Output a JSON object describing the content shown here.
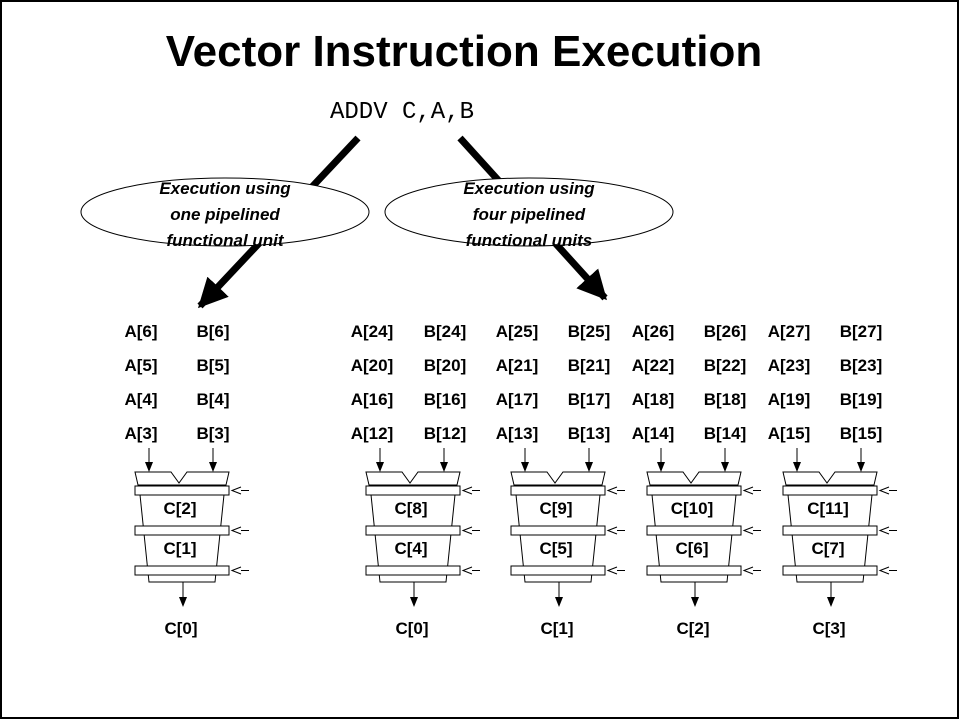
{
  "title": "Vector Instruction Execution",
  "instruction": "ADDV C,A,B",
  "ellipses": [
    {
      "lines": [
        "Execution using",
        "one pipelined",
        "functional unit"
      ]
    },
    {
      "lines": [
        "Execution using",
        "four pipelined",
        "functional units"
      ]
    }
  ],
  "left": {
    "pairs": [
      [
        "A[6]",
        "B[6]"
      ],
      [
        "A[5]",
        "B[5]"
      ],
      [
        "A[4]",
        "B[4]"
      ],
      [
        "A[3]",
        "B[3]"
      ]
    ],
    "unit": {
      "stages": [
        "C[2]",
        "C[1]"
      ],
      "output": "C[0]"
    }
  },
  "right": {
    "rows": [
      [
        "A[24]",
        "B[24]",
        "A[25]",
        "B[25]",
        "A[26]",
        "B[26]",
        "A[27]",
        "B[27]"
      ],
      [
        "A[20]",
        "B[20]",
        "A[21]",
        "B[21]",
        "A[22]",
        "B[22]",
        "A[23]",
        "B[23]"
      ],
      [
        "A[16]",
        "B[16]",
        "A[17]",
        "B[17]",
        "A[18]",
        "B[18]",
        "A[19]",
        "B[19]"
      ],
      [
        "A[12]",
        "B[12]",
        "A[13]",
        "B[13]",
        "A[14]",
        "B[14]",
        "A[15]",
        "B[15]"
      ]
    ],
    "units": [
      {
        "stages": [
          "C[8]",
          "C[4]"
        ],
        "output": "C[0]"
      },
      {
        "stages": [
          "C[9]",
          "C[5]"
        ],
        "output": "C[1]"
      },
      {
        "stages": [
          "C[10]",
          "C[6]"
        ],
        "output": "C[2]"
      },
      {
        "stages": [
          "C[11]",
          "C[7]"
        ],
        "output": "C[3]"
      }
    ]
  }
}
